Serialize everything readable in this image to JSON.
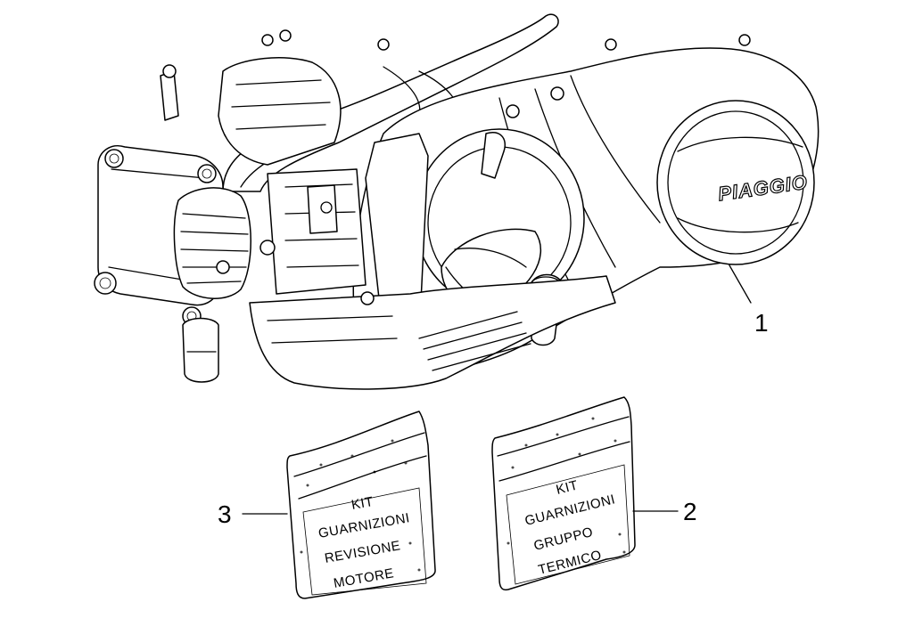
{
  "callouts": [
    {
      "number": "1",
      "part": "engine"
    },
    {
      "number": "2",
      "part": "cylinder-gasket-kit"
    },
    {
      "number": "3",
      "part": "engine-overhaul-gasket-kit"
    }
  ],
  "engine": {
    "brand_label": "PIAGGIO"
  },
  "bag_left": {
    "lines": [
      "KIT",
      "GUARNIZIONI",
      "REVISIONE",
      "MOTORE"
    ]
  },
  "bag_right": {
    "lines": [
      "KIT",
      "GUARNIZIONI",
      "GRUPPO",
      "TERMICO"
    ]
  }
}
